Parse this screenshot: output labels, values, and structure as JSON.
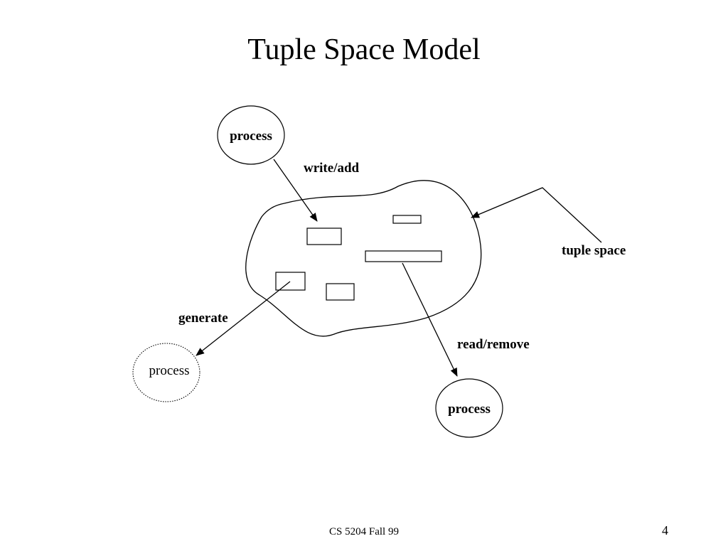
{
  "slide": {
    "title": "Tuple Space Model",
    "footer": "CS 5204 Fall 99",
    "page_number": "4"
  },
  "diagram": {
    "processes": {
      "writer": "process",
      "generated": "process",
      "reader": "process"
    },
    "labels": {
      "write": "write/add",
      "read": "read/remove",
      "generate": "generate",
      "space": "tuple space"
    }
  }
}
